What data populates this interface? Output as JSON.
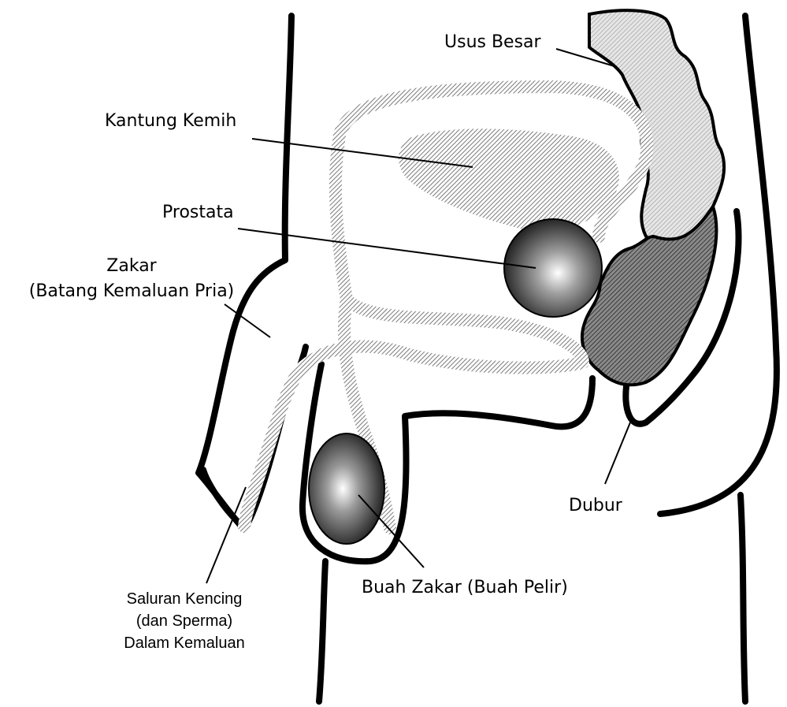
{
  "labels": {
    "usus_besar": "Usus Besar",
    "kantung_kemih": "Kantung Kemih",
    "prostata": "Prostata",
    "zakar_line1": "Zakar",
    "zakar_line2": "(Batang Kemaluan Pria)",
    "dubur": "Dubur",
    "buah_zakar": "Buah Zakar (Buah Pelir)",
    "saluran_line1": "Saluran Kencing",
    "saluran_line2": "(dan Sperma)",
    "saluran_line3": "Dalam Kemaluan"
  },
  "colors": {
    "outline": "#000000",
    "hatch_light": "#9a9a9a",
    "hatch_dark": "#3a3a3a",
    "background": "#ffffff"
  }
}
